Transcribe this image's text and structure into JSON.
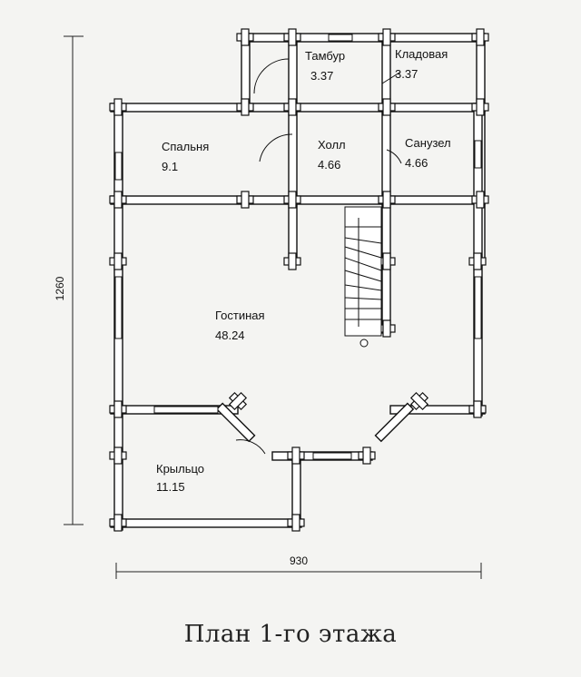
{
  "caption": "План 1-го этажа",
  "dimensions": {
    "width_label": "930",
    "height_label": "1260"
  },
  "rooms": [
    {
      "id": "tambur",
      "name": "Тамбур",
      "area": "3.37"
    },
    {
      "id": "kladovaya",
      "name": "Кладовая",
      "area": "3.37"
    },
    {
      "id": "spalnya",
      "name": "Спальня",
      "area": "9.1"
    },
    {
      "id": "holl",
      "name": "Холл",
      "area": "4.66"
    },
    {
      "id": "sanuzel",
      "name": "Санузел",
      "area": "4.66"
    },
    {
      "id": "gostinaya",
      "name": "Гостиная",
      "area": "48.24"
    },
    {
      "id": "krylco",
      "name": "Крыльцо",
      "area": "11.15"
    }
  ]
}
